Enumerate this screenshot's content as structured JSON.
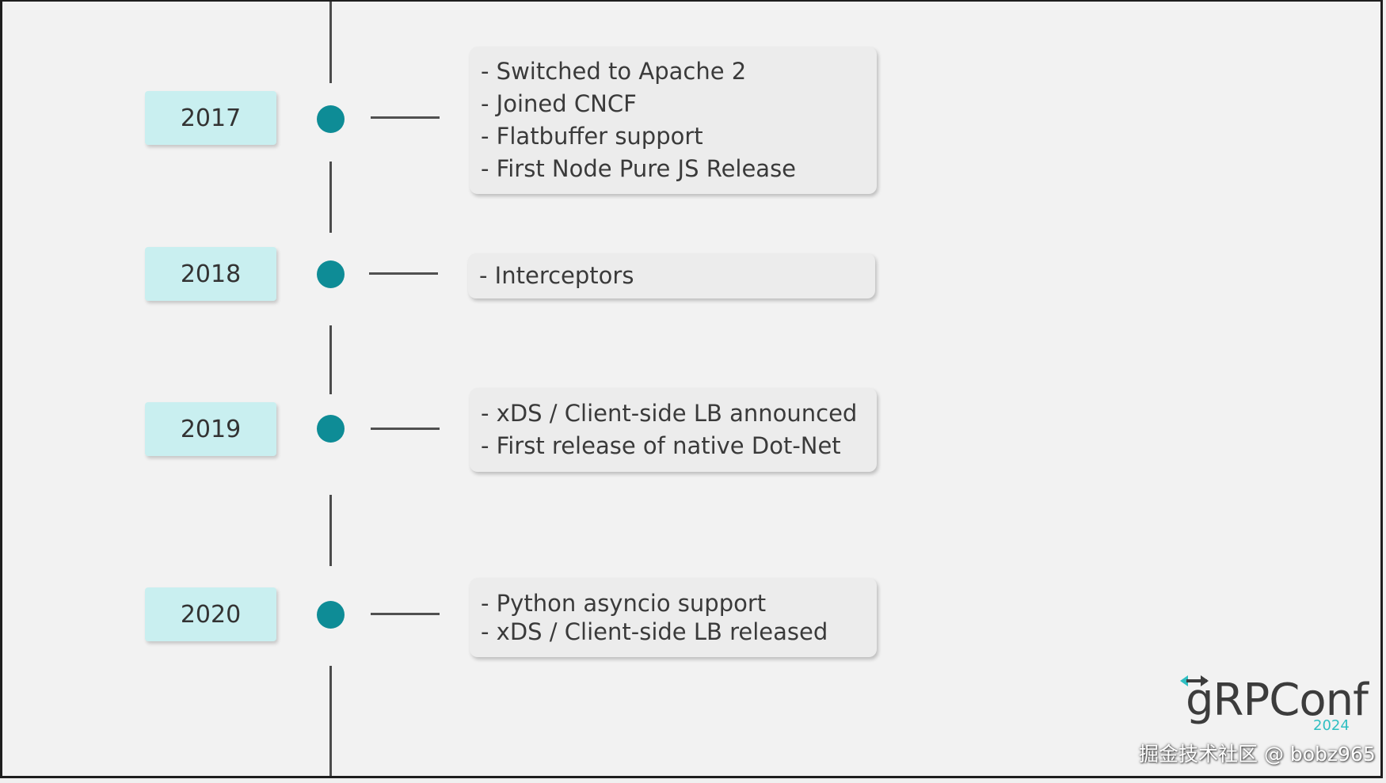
{
  "timeline": [
    {
      "year": "2017",
      "items": [
        "- Switched to Apache 2",
        "- Joined CNCF",
        "- Flatbuffer support",
        "- First Node Pure JS Release"
      ]
    },
    {
      "year": "2018",
      "items": [
        "- Interceptors"
      ]
    },
    {
      "year": "2019",
      "items": [
        "- xDS / Client-side LB announced",
        "- First release of native Dot-Net"
      ]
    },
    {
      "year": "2020",
      "items": [
        "- Python asyncio support",
        "- xDS / Client-side LB released"
      ]
    }
  ],
  "logo": {
    "name": "gRPConf",
    "year": "2024"
  },
  "watermark": "掘金技术社区 @ bobz965",
  "colors": {
    "year_box": "#c9eff0",
    "dot": "#0e8c96",
    "accent": "#2fbfc2",
    "card": "#ececec",
    "background": "#f2f2f2"
  }
}
